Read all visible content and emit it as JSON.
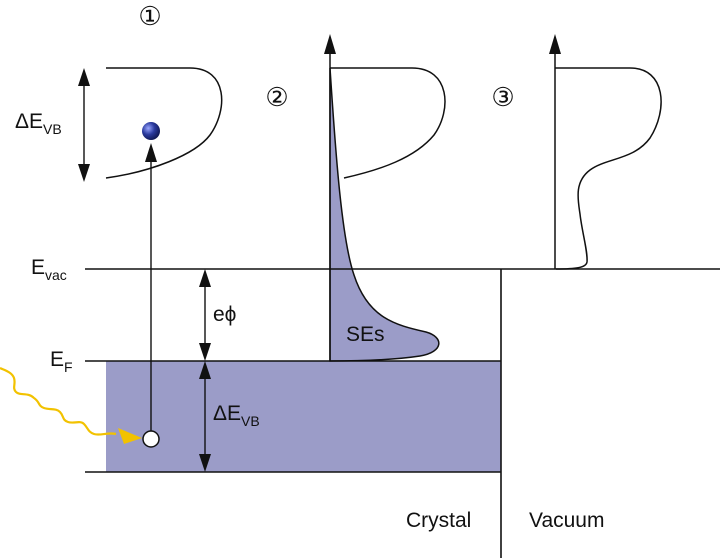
{
  "steps": {
    "one": "①",
    "two": "②",
    "three": "③"
  },
  "labels": {
    "delta_e": "ΔE",
    "vb_sub": "VB",
    "e_vac_main": "E",
    "e_vac_sub": "vac",
    "e_f_main": "E",
    "e_f_sub": "F",
    "work_function": "eϕ",
    "secondary_electrons": "SEs",
    "crystal": "Crystal",
    "vacuum": "Vacuum"
  },
  "colors": {
    "band_fill": "#9B9CC8",
    "photon": "#F2C200",
    "electron": "#1E2A8C",
    "line": "#111111"
  }
}
